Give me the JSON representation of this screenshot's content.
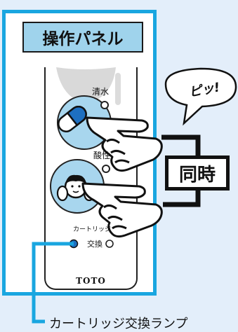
{
  "panel_title": "操作パネル",
  "buttons": {
    "fresh_water_label": "清水",
    "acidic_label": "酸性"
  },
  "cartridge_label_line1": "カートリッジ",
  "cartridge_label_line2": "交換",
  "brand": "TOTO",
  "beep": "ピッ!",
  "simultaneous": "同時",
  "callout": "カートリッジ交換ランプ",
  "colors": {
    "frame": "#19a6e0",
    "title_bg": "#9fd3ec",
    "button_fill": "#a8d6ee",
    "lamp": "#1e6fc0"
  }
}
